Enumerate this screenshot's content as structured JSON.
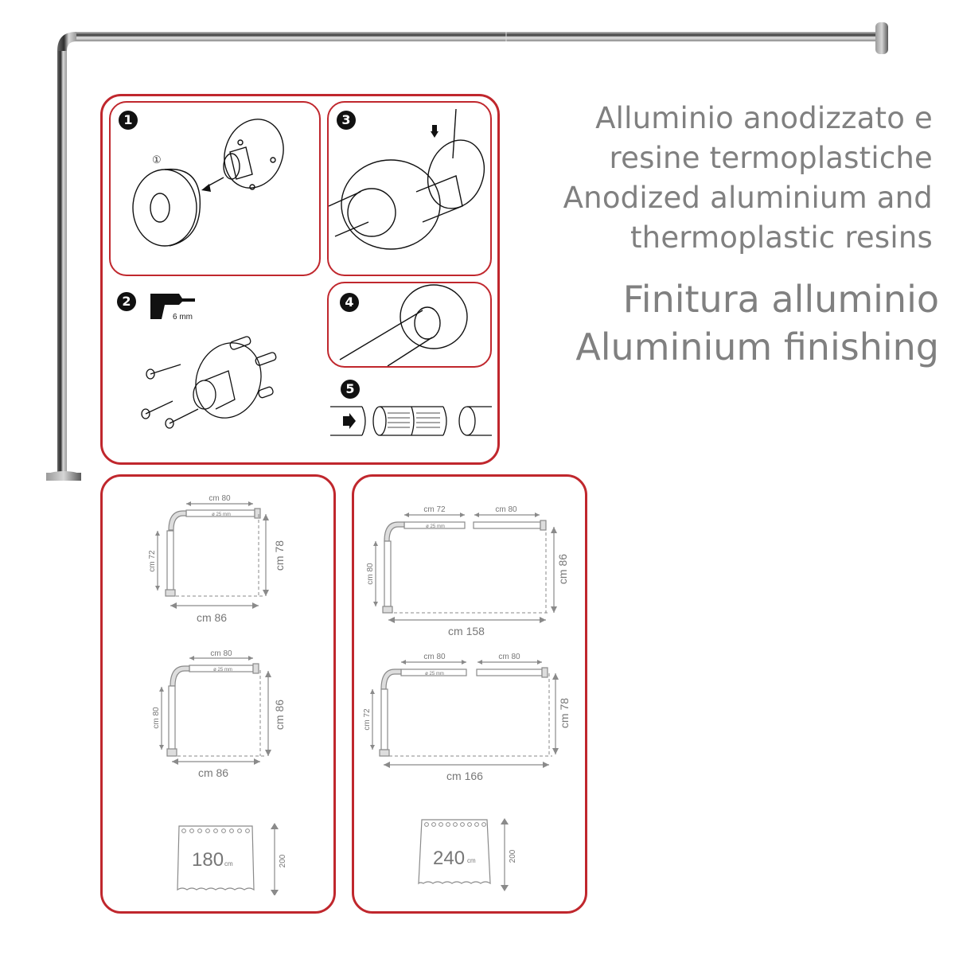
{
  "product_image": {
    "description": "L-shaped aluminium shower curtain rod with wall and floor flanges"
  },
  "assembly": {
    "steps": [
      {
        "number": "1",
        "label_icon": "circled-1",
        "circled": "①"
      },
      {
        "number": "2",
        "drill_label": "6 mm"
      },
      {
        "number": "3"
      },
      {
        "number": "4"
      },
      {
        "number": "5"
      }
    ]
  },
  "material": {
    "lines": [
      "Alluminio anodizzato e",
      "resine termoplastiche",
      "Anodized aluminium and",
      "thermoplastic resins"
    ]
  },
  "finish": {
    "lines": [
      "Finitura alluminio",
      "Aluminium finishing"
    ]
  },
  "configurations": {
    "left_panel": [
      {
        "top_segments": [
          "cm 80"
        ],
        "diameter": "ø 25 mm",
        "vertical": "cm 72",
        "height": "cm 78",
        "width": "cm 86"
      },
      {
        "top_segments": [
          "cm 80"
        ],
        "diameter": "ø 25 mm",
        "vertical": "cm 80",
        "height": "cm 86",
        "width": "cm 86"
      }
    ],
    "right_panel": [
      {
        "top_segments": [
          "cm 72",
          "cm 80"
        ],
        "diameter": "ø 25 mm",
        "vertical": "cm 80",
        "height": "cm 86",
        "width": "cm 158"
      },
      {
        "top_segments": [
          "cm 80",
          "cm 80"
        ],
        "diameter": "ø 25 mm",
        "vertical": "cm 72",
        "height": "cm 78",
        "width": "cm 166"
      }
    ]
  },
  "curtains": [
    {
      "width": "180",
      "width_unit": "cm",
      "height": "200",
      "height_unit": "cm"
    },
    {
      "width": "240",
      "width_unit": "cm",
      "height": "200",
      "height_unit": "cm"
    }
  ],
  "colors": {
    "accent_red": "#c0272d",
    "text_gray": "#808080",
    "diagram_gray": "#8a8a8a"
  }
}
